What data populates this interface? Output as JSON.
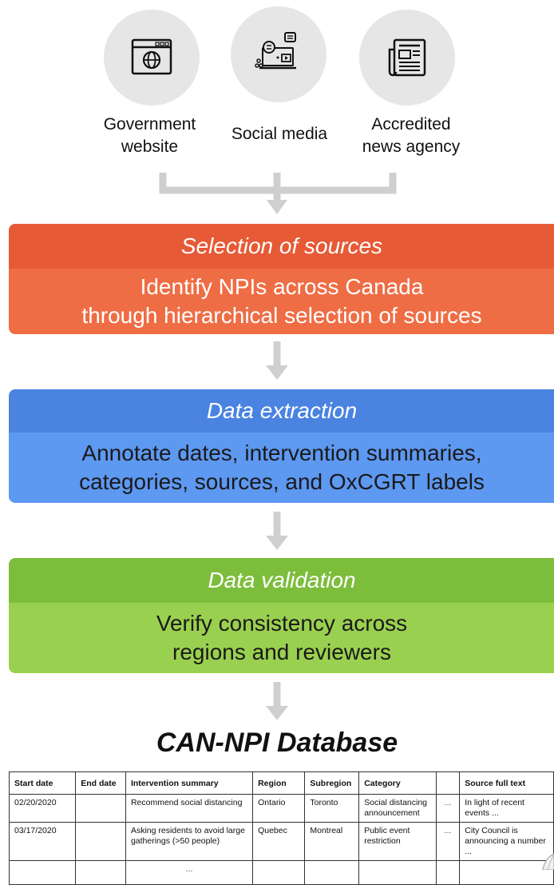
{
  "sources": [
    {
      "icon": "browser-globe-icon",
      "label_line1": "Government",
      "label_line2": "website"
    },
    {
      "icon": "laptop-social-icon",
      "label_line1": "Social media",
      "label_line2": ""
    },
    {
      "icon": "newspaper-icon",
      "label_line1": "Accredited",
      "label_line2": "news agency"
    }
  ],
  "stages": [
    {
      "title": "Selection of sources",
      "body_line1": "Identify NPIs across Canada",
      "body_line2": "through hierarchical selection of sources",
      "head_color": "#e65a36",
      "body_color": "#ef6d45",
      "text_color": "#ffffff"
    },
    {
      "title": "Data extraction",
      "body_line1": "Annotate dates, intervention summaries,",
      "body_line2": "categories, sources, and OxCGRT labels",
      "head_color": "#4a83e0",
      "body_color": "#5d98f1",
      "text_color": "#1a1a1a"
    },
    {
      "title": "Data validation",
      "body_line1": "Verify consistency across",
      "body_line2": "regions and reviewers",
      "head_color": "#7cbd3c",
      "body_color": "#9ad04f",
      "text_color": "#1a1a1a"
    }
  ],
  "database": {
    "title": "CAN-NPI Database",
    "columns": [
      "Start date",
      "End date",
      "Intervention summary",
      "Region",
      "Subregion",
      "Category",
      "",
      "Source full text"
    ],
    "rows": [
      [
        "02/20/2020",
        "",
        "Recommend social distancing",
        "Ontario",
        "Toronto",
        "Social distancing announcement",
        "...",
        "In light of recent events ..."
      ],
      [
        "03/17/2020",
        "",
        "Asking residents to avoid large gatherings (>50 people)",
        "Quebec",
        "Montreal",
        "Public event restriction",
        "...",
        "City Council is announcing a number ..."
      ],
      [
        "",
        "",
        "...",
        "",
        "",
        "",
        "",
        ""
      ]
    ]
  }
}
